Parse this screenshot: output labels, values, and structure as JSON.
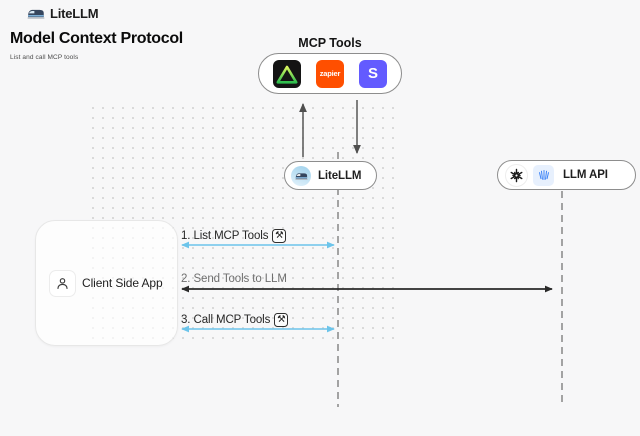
{
  "colors": {
    "background": "#f7f7f8",
    "blue_arrow": "#6cc4ea",
    "dark_arrow": "#2a2a2a",
    "lifeline_gray": "#a3a3a3",
    "zapier_orange": "#ff4f00",
    "stripe_purple": "#635bff",
    "triangle_tile_black": "#141414",
    "openai_dark": "#191919",
    "provider_blue": "#3b82f6"
  },
  "header": {
    "brand": "LiteLLM"
  },
  "title": {
    "heading": "Model Context Protocol",
    "subtitle": "List and call MCP tools"
  },
  "mcp_group": {
    "label": "MCP Tools",
    "zapier_text": "zapier",
    "stripe_letter": "S"
  },
  "nodes": {
    "litellm": {
      "label": "LiteLLM"
    },
    "llm_api": {
      "label": "LLM API"
    },
    "client": {
      "label": "Client Side App"
    }
  },
  "steps": [
    {
      "label": "1. List MCP Tools",
      "badge": "⚒"
    },
    {
      "label": "2. Send Tools to LLM"
    },
    {
      "label": "3. Call MCP Tools",
      "badge": "⚒"
    }
  ]
}
